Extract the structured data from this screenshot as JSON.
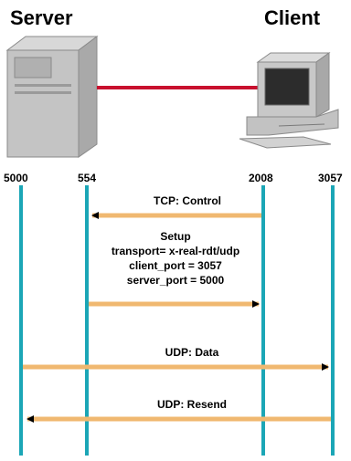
{
  "header": {
    "server": "Server",
    "client": "Client"
  },
  "ports": [
    "5000",
    "554",
    "2008",
    "3057"
  ],
  "messages": {
    "tcp_control": "TCP: Control",
    "setup": {
      "title": "Setup",
      "transport": "transport= x-real-rdt/udp",
      "client_port": "client_port = 3057",
      "server_port": "server_port = 5000"
    },
    "udp_data": "UDP: Data",
    "udp_resend": "UDP: Resend"
  },
  "colors": {
    "lifeline": "#1ba6b6",
    "arrow": "#f0b870",
    "link": "#c8102e"
  },
  "icons": [
    "server-tower-icon",
    "client-computer-icon"
  ]
}
